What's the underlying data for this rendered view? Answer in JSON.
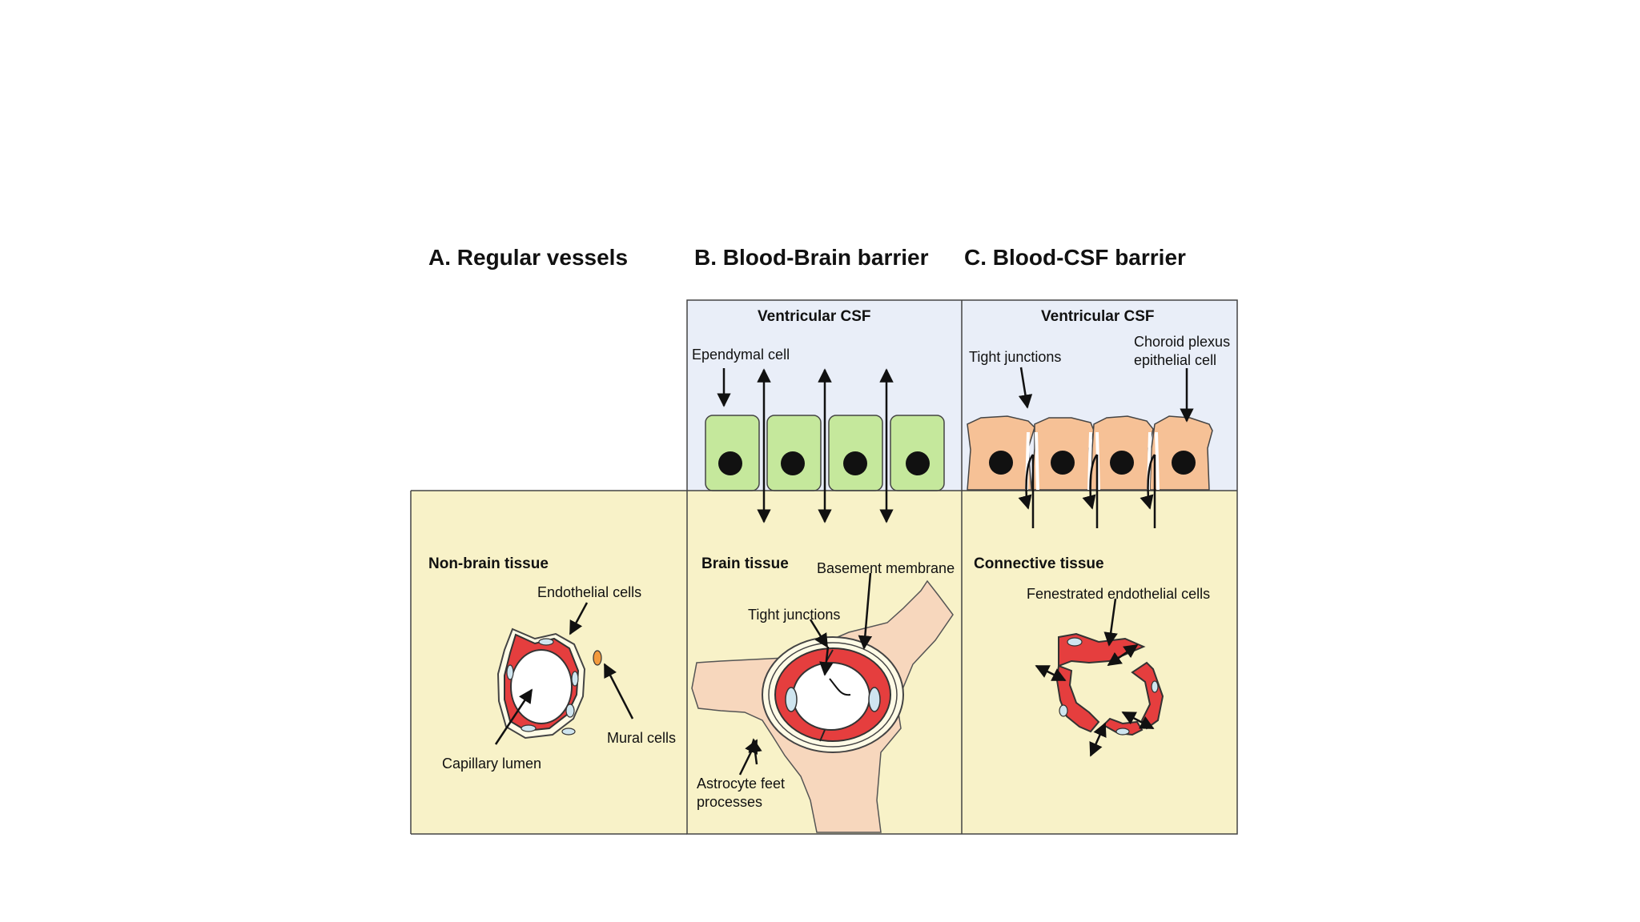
{
  "titles": {
    "a": "A. Regular vessels",
    "b": "B. Blood-Brain barrier",
    "c": "C. Blood-CSF barrier"
  },
  "panel_a": {
    "region": "Non-brain tissue",
    "endothelial": "Endothelial cells",
    "mural": "Mural cells",
    "lumen": "Capillary lumen"
  },
  "panel_b": {
    "csf": "Ventricular CSF",
    "ependymal": "Ependymal cell",
    "region": "Brain tissue",
    "basement": "Basement membrane",
    "tight": "Tight junctions",
    "astro_line1": "Astrocyte feet",
    "astro_line2": "processes"
  },
  "panel_c": {
    "csf": "Ventricular CSF",
    "tight": "Tight junctions",
    "choroid_line1": "Choroid plexus",
    "choroid_line2": "epithelial cell",
    "region": "Connective tissue",
    "fenestrated": "Fenestrated endothelial cells"
  },
  "colors": {
    "csf_fill": "#e9eef8",
    "tissue_fill": "#f8f2c8",
    "ependymal_fill": "#c5e89c",
    "choroid_fill": "#f6c196",
    "astrocyte_fill": "#f7d7bd",
    "endothelium_red": "#e53e3e",
    "nucleus_blue": "#cfe5ef",
    "nucleus_black": "#111111"
  }
}
